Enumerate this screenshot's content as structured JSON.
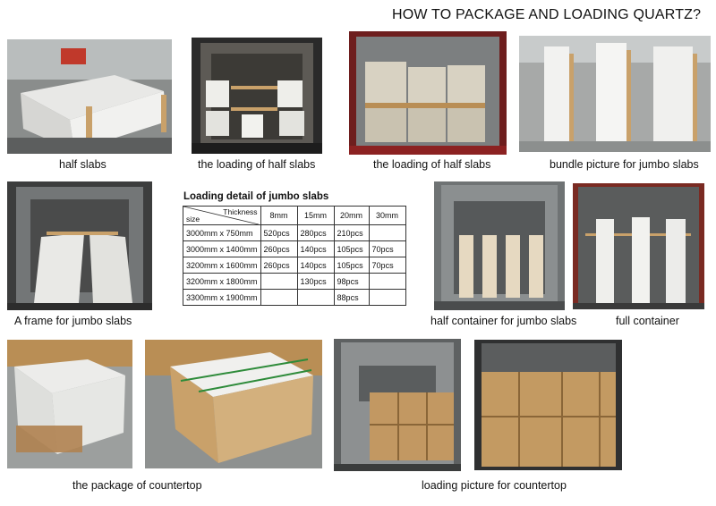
{
  "title": "HOW TO PACKAGE AND LOADING QUARTZ?",
  "captions": {
    "half_slabs": "half slabs",
    "loading_half_1": "the loading of half slabs",
    "loading_half_2": "the loading of half slabs",
    "bundle_jumbo": "bundle picture for jumbo slabs",
    "a_frame": "A frame for jumbo slabs",
    "half_container": "half container for jumbo slabs",
    "full_container": "full container",
    "countertop_package": "the package of countertop",
    "countertop_loading": "loading picture for countertop"
  },
  "table": {
    "title": "Loading detail of jumbo slabs",
    "corner_top": "Thickness",
    "corner_bottom": "size",
    "columns": [
      "8mm",
      "15mm",
      "20mm",
      "30mm"
    ],
    "rows": [
      {
        "size": "3000mm x 750mm",
        "cells": [
          "520pcs",
          "280pcs",
          "210pcs",
          ""
        ]
      },
      {
        "size": "3000mm x 1400mm",
        "cells": [
          "260pcs",
          "140pcs",
          "105pcs",
          "70pcs"
        ]
      },
      {
        "size": "3200mm x 1600mm",
        "cells": [
          "260pcs",
          "140pcs",
          "105pcs",
          "70pcs"
        ]
      },
      {
        "size": "3200mm x 1800mm",
        "cells": [
          "",
          "130pcs",
          "98pcs",
          ""
        ]
      },
      {
        "size": "3300mm x 1900mm",
        "cells": [
          "",
          "",
          "88pcs",
          ""
        ]
      }
    ]
  }
}
